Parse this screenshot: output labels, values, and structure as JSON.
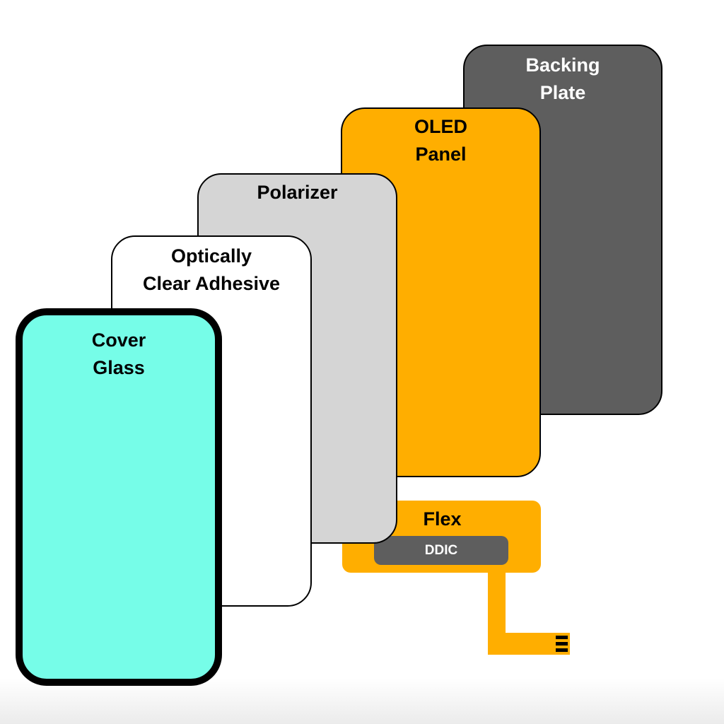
{
  "diagram": {
    "title": "Display stack exploded view",
    "layers": {
      "backing_plate": {
        "lines": [
          "Backing",
          "Plate"
        ],
        "color": "#5e5e5e"
      },
      "oled_panel": {
        "lines": [
          "OLED",
          "Panel"
        ],
        "color": "#ffae00"
      },
      "polarizer": {
        "lines": [
          "Polarizer"
        ],
        "color": "#d5d5d5"
      },
      "optically_clear_adhesive": {
        "lines": [
          "Optically",
          "Clear Adhesive"
        ],
        "color": "#ffffff"
      },
      "cover_glass": {
        "lines": [
          "Cover",
          "Glass"
        ],
        "color": "#76fde8"
      }
    },
    "flex": {
      "label": "Flex",
      "color": "#ffae00",
      "chip_label": "DDIC",
      "chip_color": "#5e5e5e",
      "connector": "connector-pins-icon"
    }
  }
}
